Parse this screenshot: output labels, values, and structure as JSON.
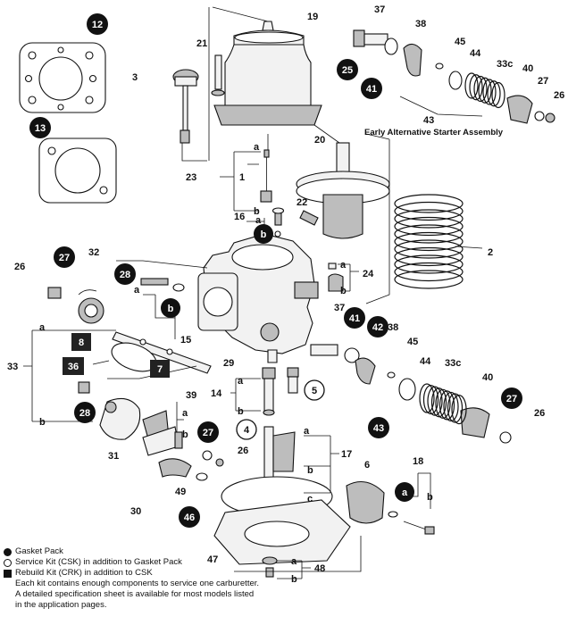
{
  "legend": {
    "gasket_pack": "Gasket Pack",
    "service_kit": "Service Kit (CSK) in addition to Gasket Pack",
    "rebuild_kit": "Rebuild Kit (CRK) in addition to CSK",
    "note_1": "Each kit contains enough components to service one carburetter.",
    "note_2": "A detailed specification sheet is available for most models listed",
    "note_3": "in the application pages."
  },
  "captions": {
    "early_starter": "Early Alternative Starter Assembly"
  },
  "callouts": {
    "gasket": [
      {
        "id": "c12",
        "text": "12"
      },
      {
        "id": "c13",
        "text": "13"
      },
      {
        "id": "c25",
        "text": "25"
      },
      {
        "id": "c41a",
        "text": "41"
      },
      {
        "id": "c27a",
        "text": "27"
      },
      {
        "id": "c28a",
        "text": "28"
      },
      {
        "id": "c28b",
        "text": "28"
      },
      {
        "id": "c41b",
        "text": "41"
      },
      {
        "id": "c42",
        "text": "42"
      },
      {
        "id": "c43b",
        "text": "43"
      },
      {
        "id": "c27b",
        "text": "27"
      },
      {
        "id": "c27c",
        "text": "27"
      },
      {
        "id": "c46",
        "text": "46"
      },
      {
        "id": "cb1",
        "text": "b"
      },
      {
        "id": "cb2",
        "text": "b"
      },
      {
        "id": "ca18",
        "text": "a"
      }
    ],
    "service": [
      {
        "id": "c5",
        "text": "5"
      },
      {
        "id": "c4",
        "text": "4"
      }
    ],
    "rebuild": [
      {
        "id": "c8",
        "text": "8"
      },
      {
        "id": "c36",
        "text": "36"
      },
      {
        "id": "c7",
        "text": "7"
      }
    ],
    "plain": [
      {
        "id": "p19",
        "text": "19"
      },
      {
        "id": "p21",
        "text": "21"
      },
      {
        "id": "p3",
        "text": "3"
      },
      {
        "id": "p37a",
        "text": "37"
      },
      {
        "id": "p38a",
        "text": "38"
      },
      {
        "id": "p45a",
        "text": "45"
      },
      {
        "id": "p44a",
        "text": "44"
      },
      {
        "id": "p33ca",
        "text": "33c"
      },
      {
        "id": "p40a",
        "text": "40"
      },
      {
        "id": "p27a",
        "text": "27"
      },
      {
        "id": "p26a",
        "text": "26"
      },
      {
        "id": "p43a",
        "text": "43"
      },
      {
        "id": "p20",
        "text": "20"
      },
      {
        "id": "p23",
        "text": "23"
      },
      {
        "id": "p1",
        "text": "1"
      },
      {
        "id": "pa23",
        "text": "a"
      },
      {
        "id": "pb23",
        "text": "b"
      },
      {
        "id": "p22",
        "text": "22"
      },
      {
        "id": "p16",
        "text": "16"
      },
      {
        "id": "pa16",
        "text": "a"
      },
      {
        "id": "p2",
        "text": "2"
      },
      {
        "id": "p24",
        "text": "24"
      },
      {
        "id": "pa24",
        "text": "a"
      },
      {
        "id": "pb24",
        "text": "b"
      },
      {
        "id": "p26b",
        "text": "26"
      },
      {
        "id": "p32",
        "text": "32"
      },
      {
        "id": "p15",
        "text": "15"
      },
      {
        "id": "pa15",
        "text": "a"
      },
      {
        "id": "p33",
        "text": "33"
      },
      {
        "id": "pa33",
        "text": "a"
      },
      {
        "id": "pb33",
        "text": "b"
      },
      {
        "id": "p29",
        "text": "29"
      },
      {
        "id": "p37b",
        "text": "37"
      },
      {
        "id": "p38b",
        "text": "38"
      },
      {
        "id": "p45b",
        "text": "45"
      },
      {
        "id": "p44b",
        "text": "44"
      },
      {
        "id": "p33cb",
        "text": "33c"
      },
      {
        "id": "p40b",
        "text": "40"
      },
      {
        "id": "p26c",
        "text": "26"
      },
      {
        "id": "p14",
        "text": "14"
      },
      {
        "id": "pa14",
        "text": "a"
      },
      {
        "id": "pb14",
        "text": "b"
      },
      {
        "id": "p39",
        "text": "39"
      },
      {
        "id": "pa39",
        "text": "a"
      },
      {
        "id": "pb39",
        "text": "b"
      },
      {
        "id": "p31",
        "text": "31"
      },
      {
        "id": "p26d",
        "text": "26"
      },
      {
        "id": "p17",
        "text": "17"
      },
      {
        "id": "pa17",
        "text": "a"
      },
      {
        "id": "pb17",
        "text": "b"
      },
      {
        "id": "pc17",
        "text": "c"
      },
      {
        "id": "p6",
        "text": "6"
      },
      {
        "id": "p18",
        "text": "18"
      },
      {
        "id": "pb18",
        "text": "b"
      },
      {
        "id": "p30",
        "text": "30"
      },
      {
        "id": "p49",
        "text": "49"
      },
      {
        "id": "p47",
        "text": "47"
      },
      {
        "id": "p48",
        "text": "48"
      },
      {
        "id": "pa48",
        "text": "a"
      },
      {
        "id": "pb48",
        "text": "b"
      }
    ]
  },
  "colors": {
    "ink": "#111111",
    "paper": "#ffffff",
    "rebuild_fill": "#222222"
  }
}
